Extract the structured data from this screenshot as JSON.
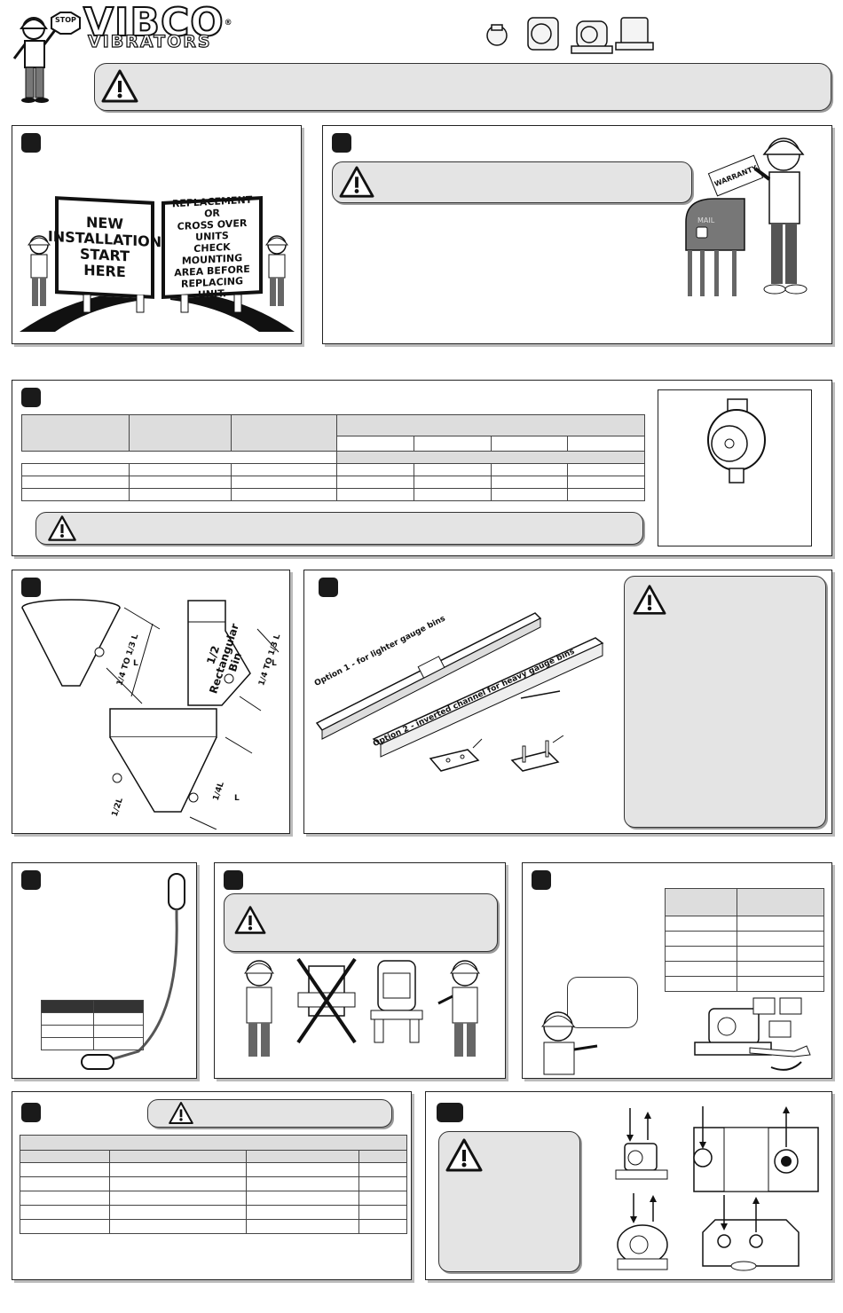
{
  "brand": {
    "name": "VIBCO",
    "tagline": "VIBRATORS",
    "registered": "®",
    "stop_sign": "STOP"
  },
  "sections": {
    "install_signs": {
      "sign_left": [
        "NEW",
        "INSTALLATION",
        "START",
        "HERE"
      ],
      "sign_right": [
        "REPLACEMENT OR",
        "CROSS OVER UNITS",
        "CHECK MOUNTING",
        "AREA BEFORE",
        "REPLACING UNIT."
      ]
    },
    "warranty": {
      "card_label": "WARRANTY",
      "mailbox_label": "MAIL"
    },
    "bin_diagrams": {
      "cone_dim": "1/4 TO 1/3 L",
      "cone_L": "L",
      "rect_bin_label": [
        "1/2",
        "Rectangular",
        "Bin"
      ],
      "rect_dim": "1/4 TO 1/3 L",
      "rect_L": "L",
      "hopper_left_dim": "1/2L",
      "hopper_right_dim": "1/4L",
      "hopper_L": "L"
    },
    "mounting": {
      "option1": "Option 1 - for lighter gauge bins",
      "option2": "Option 2 - inverted channel for heavy gauge bins"
    }
  },
  "colors": {
    "panel_border": "#222222",
    "warning_fill": "#e4e4e4",
    "table_header_fill": "#dddddd",
    "badge_fill": "#1a1a1a"
  }
}
